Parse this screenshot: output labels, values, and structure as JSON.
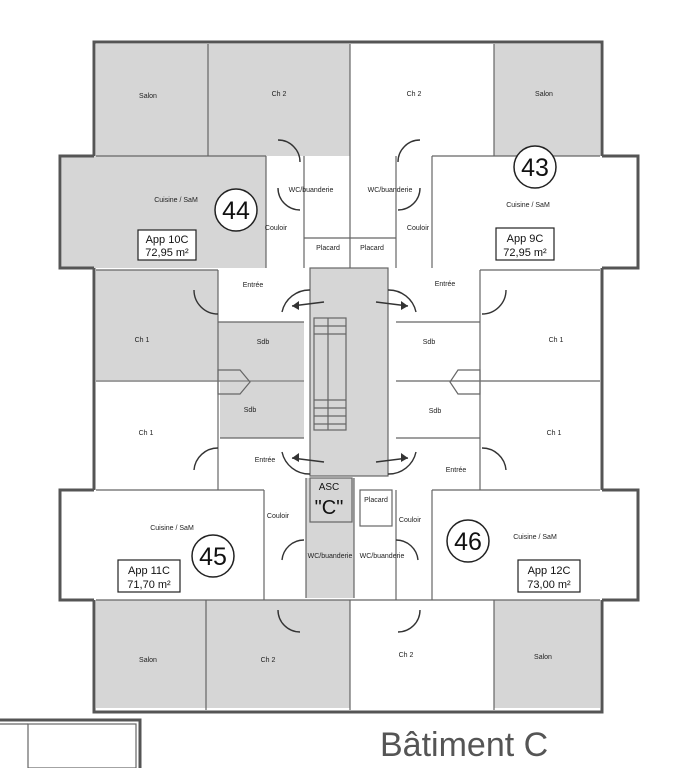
{
  "building": {
    "title": "Bâtiment C"
  },
  "apartments": [
    {
      "number": "44",
      "name": "App 10C",
      "area": "72,95 m²"
    },
    {
      "number": "43",
      "name": "App 9C",
      "area": "72,95 m²"
    },
    {
      "number": "45",
      "name": "App 11C",
      "area": "71,70 m²"
    },
    {
      "number": "46",
      "name": "App 12C",
      "area": "73,00 m²"
    }
  ],
  "rooms": {
    "salon_tl": "Salon",
    "ch2_tl": "Ch 2",
    "ch2_tr": "Ch 2",
    "salon_tr": "Salon",
    "cuisine_tl": "Cuisine / SaM",
    "cuisine_tr": "Cuisine / SaM",
    "wc_tl": "WC/buanderie",
    "wc_tr": "WC/buanderie",
    "couloir_tl": "Couloir",
    "couloir_tr": "Couloir",
    "placard_tl": "Placard",
    "placard_tr": "Placard",
    "entree_tl": "Entrée",
    "entree_tr": "Entrée",
    "ch1_tl": "Ch 1",
    "ch1_tr": "Ch 1",
    "sdb_tl": "Sdb",
    "sdb_tr": "Sdb",
    "sdb_bl": "Sdb",
    "sdb_br": "Sdb",
    "ch1_bl": "Ch 1",
    "ch1_br": "Ch 1",
    "entree_bl": "Entrée",
    "entree_br": "Entrée",
    "couloir_bl": "Couloir",
    "couloir_br": "Couloir",
    "placard_b": "Placard",
    "cuisine_bl": "Cuisine / SaM",
    "cuisine_br": "Cuisine / SaM",
    "wc_bl": "WC/buanderie",
    "wc_br": "WC/buanderie",
    "salon_bl": "Salon",
    "ch2_bl": "Ch 2",
    "ch2_br": "Ch 2",
    "salon_br": "Salon"
  },
  "elevator": {
    "label": "ASC",
    "code": "\"C\""
  },
  "colors": {
    "wall": "#555555",
    "room_grey": "#d6d6d6",
    "room_white": "#ffffff"
  }
}
